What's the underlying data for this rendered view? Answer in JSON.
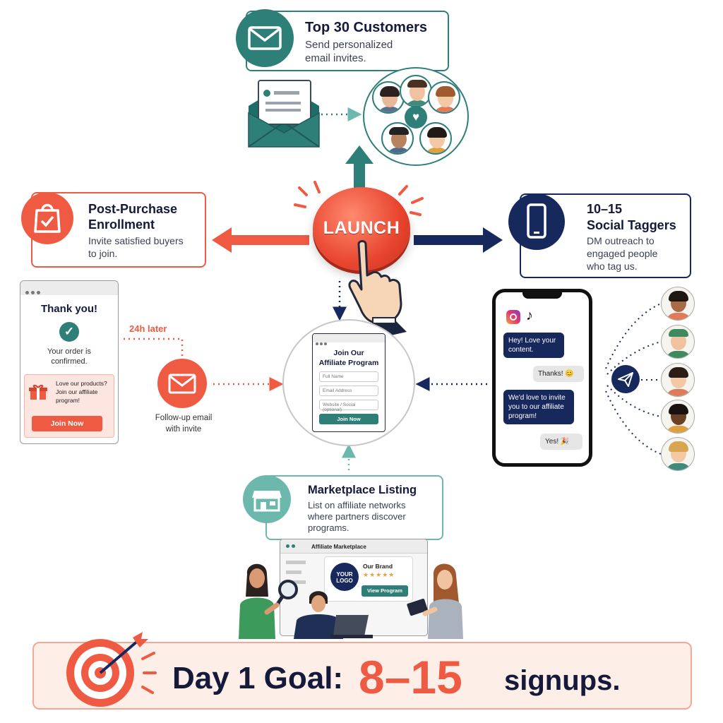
{
  "colors": {
    "teal": "#2e7f78",
    "coral": "#ef5a43",
    "navy": "#17295c",
    "ink": "#15193a"
  },
  "launch": {
    "label": "LAUNCH"
  },
  "top_customers": {
    "title": "Top 30 Customers",
    "desc_line1": "Send personalized",
    "desc_line2": "email invites.",
    "icon": "envelope-icon"
  },
  "post_purchase": {
    "title_line1": "Post-Purchase",
    "title_line2": "Enrollment",
    "desc_line1": "Invite satisfied buyers",
    "desc_line2": "to join.",
    "icon": "shopping-bag-icon"
  },
  "social_taggers": {
    "title_line1": "10–15",
    "title_line2": "Social Taggers",
    "desc_line1": "DM outreach to",
    "desc_line2": "engaged people",
    "desc_line3": "who tag us.",
    "icon": "smartphone-icon"
  },
  "marketplace": {
    "title": "Marketplace Listing",
    "desc_line1": "List on affiliate networks",
    "desc_line2": "where partners discover",
    "desc_line3": "programs.",
    "icon": "storefront-icon"
  },
  "thank_you": {
    "heading": "Thank you!",
    "line1": "Your order is",
    "line2": "confirmed.",
    "promo_line1": "Love our products?",
    "promo_line2": "Join our affiliate",
    "promo_line3": "program!",
    "join_button": "Join Now"
  },
  "followup": {
    "delay": "24h later",
    "line1": "Follow-up email",
    "line2": "with invite"
  },
  "affiliate_form": {
    "title_line1": "Join Our",
    "title_line2": "Affiliate Program",
    "fields": [
      "Full Name",
      "Email Address",
      "Website / Social (optional)"
    ],
    "submit": "Join Now"
  },
  "chat": {
    "msg1_line1": "Hey! Love your",
    "msg1_line2": "content.",
    "msg2": "Thanks! 😊",
    "msg3_line1": "We'd love to invite",
    "msg3_line2": "you to our affiliate",
    "msg3_line3": "program!",
    "msg4": "Yes! 🎉"
  },
  "marketplace_site": {
    "title": "Affiliate Marketplace",
    "logo_line1": "YOUR",
    "logo_line2": "LOGO",
    "brand": "Our Brand",
    "stars": "★★★★★",
    "view_button": "View Program"
  },
  "goal": {
    "prefix": "Day 1 Goal:",
    "number": "8–15",
    "suffix": "signups."
  }
}
